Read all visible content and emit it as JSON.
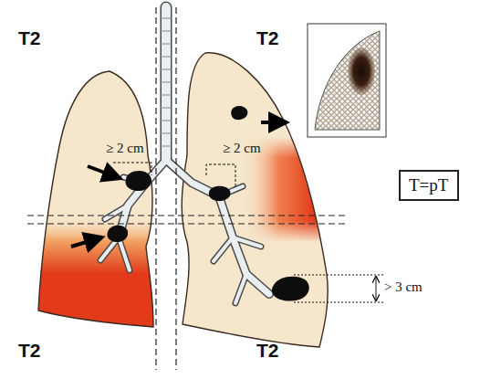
{
  "diagram": {
    "nodes": [
      {
        "text": [
          "T=pT"
        ]
      }
    ],
    "labels": [
      "T2",
      "T2",
      "≥ 2 cm",
      "≥ 2 cm",
      "> 3 cm",
      "T2",
      "T2"
    ]
  }
}
